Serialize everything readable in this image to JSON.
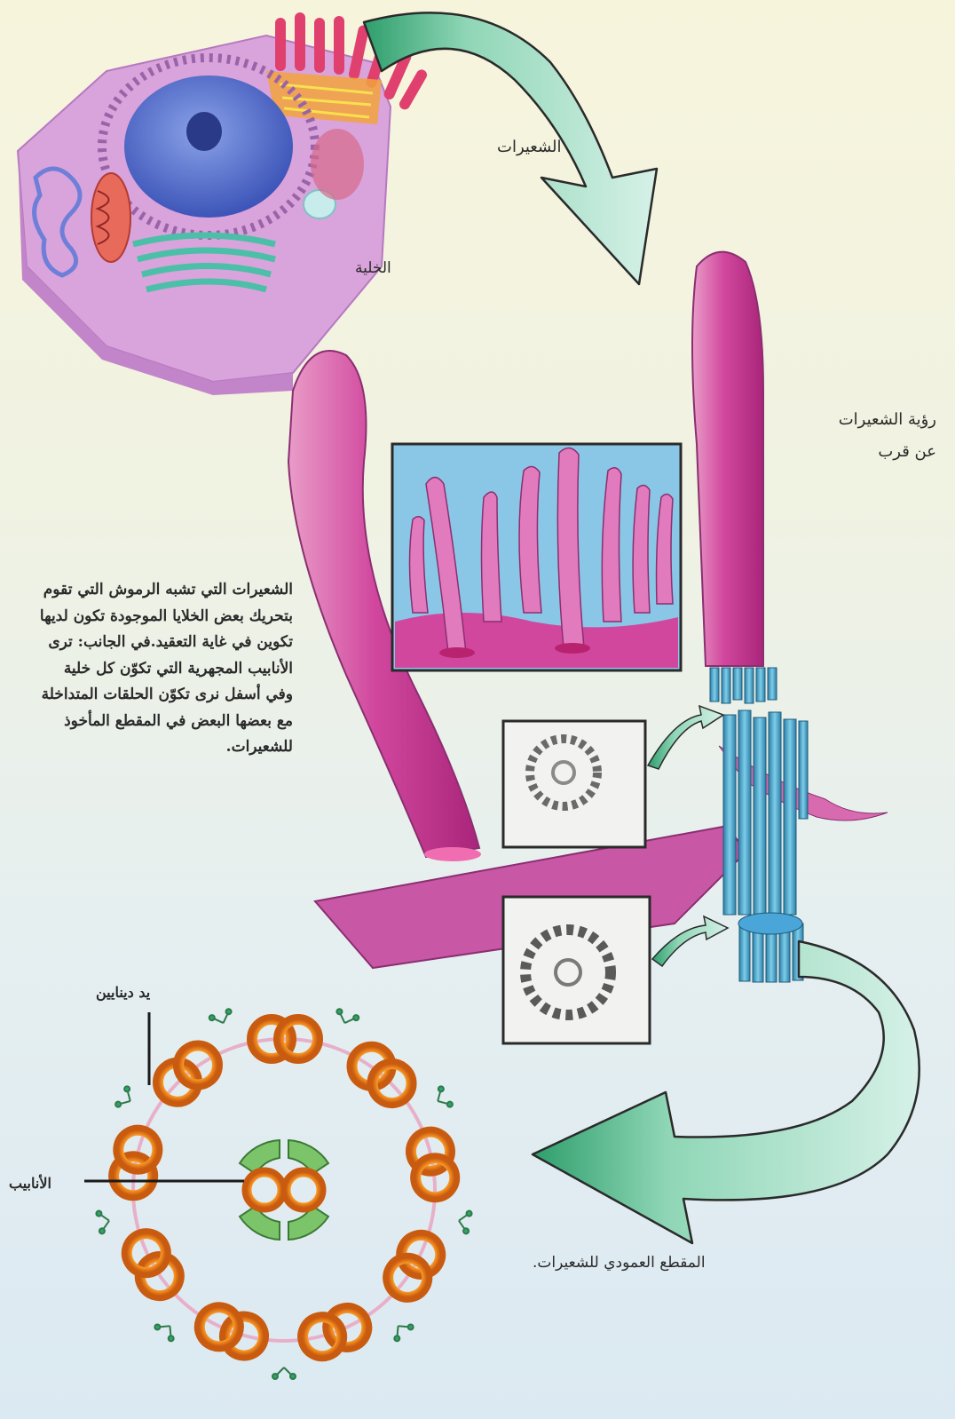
{
  "labels": {
    "cell": "الخلية",
    "cilia": "الشعيرات",
    "closeup": "رؤية الشعيرات\nعن قرب",
    "description": "الشعيرات التي تشبه الرموش التي تقوم بتحريك بعض الخلايا الموجودة تكون لديها تكوين في غاية التعقيد.في الجانب: ترى الأنابيب المجهرية التي تكوّن كل خلية وفي أسفل نرى تكوّن الحلقات المتداخلة مع بعضها البعض في المقطع المأخوذ للشعيرات.",
    "dynein_arm": "يد دينايين",
    "tubules": "الأنابيب",
    "cross_section": "المقطع العمودي للشعيرات."
  },
  "colors": {
    "cilium_pink": "#d1479e",
    "arrow_fill": "#c9ebe0",
    "arrow_dark": "#2e9e6c",
    "microtubule_blue": "#5fb7d8",
    "doublet_orange": "#f08a1e",
    "central_green": "#7cc46a"
  }
}
